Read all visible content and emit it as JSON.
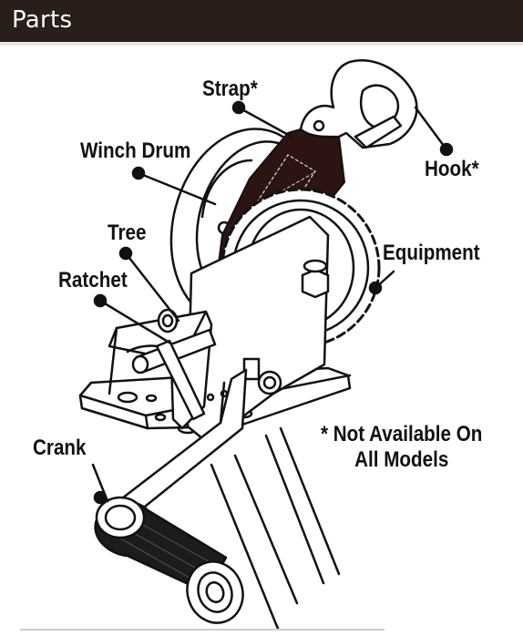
{
  "header": {
    "title": "Parts"
  },
  "labels": {
    "strap": "Strap*",
    "winch_drum": "Winch Drum",
    "hook": "Hook*",
    "tree": "Tree",
    "equipment": "Equipment",
    "ratchet": "Ratchet",
    "crank": "Crank"
  },
  "note": {
    "line1": "* Not Available On",
    "line2": "All Models"
  },
  "colors": {
    "header_bg": "#2a1e1a",
    "strap": "#2b1412",
    "ink": "#111111"
  }
}
